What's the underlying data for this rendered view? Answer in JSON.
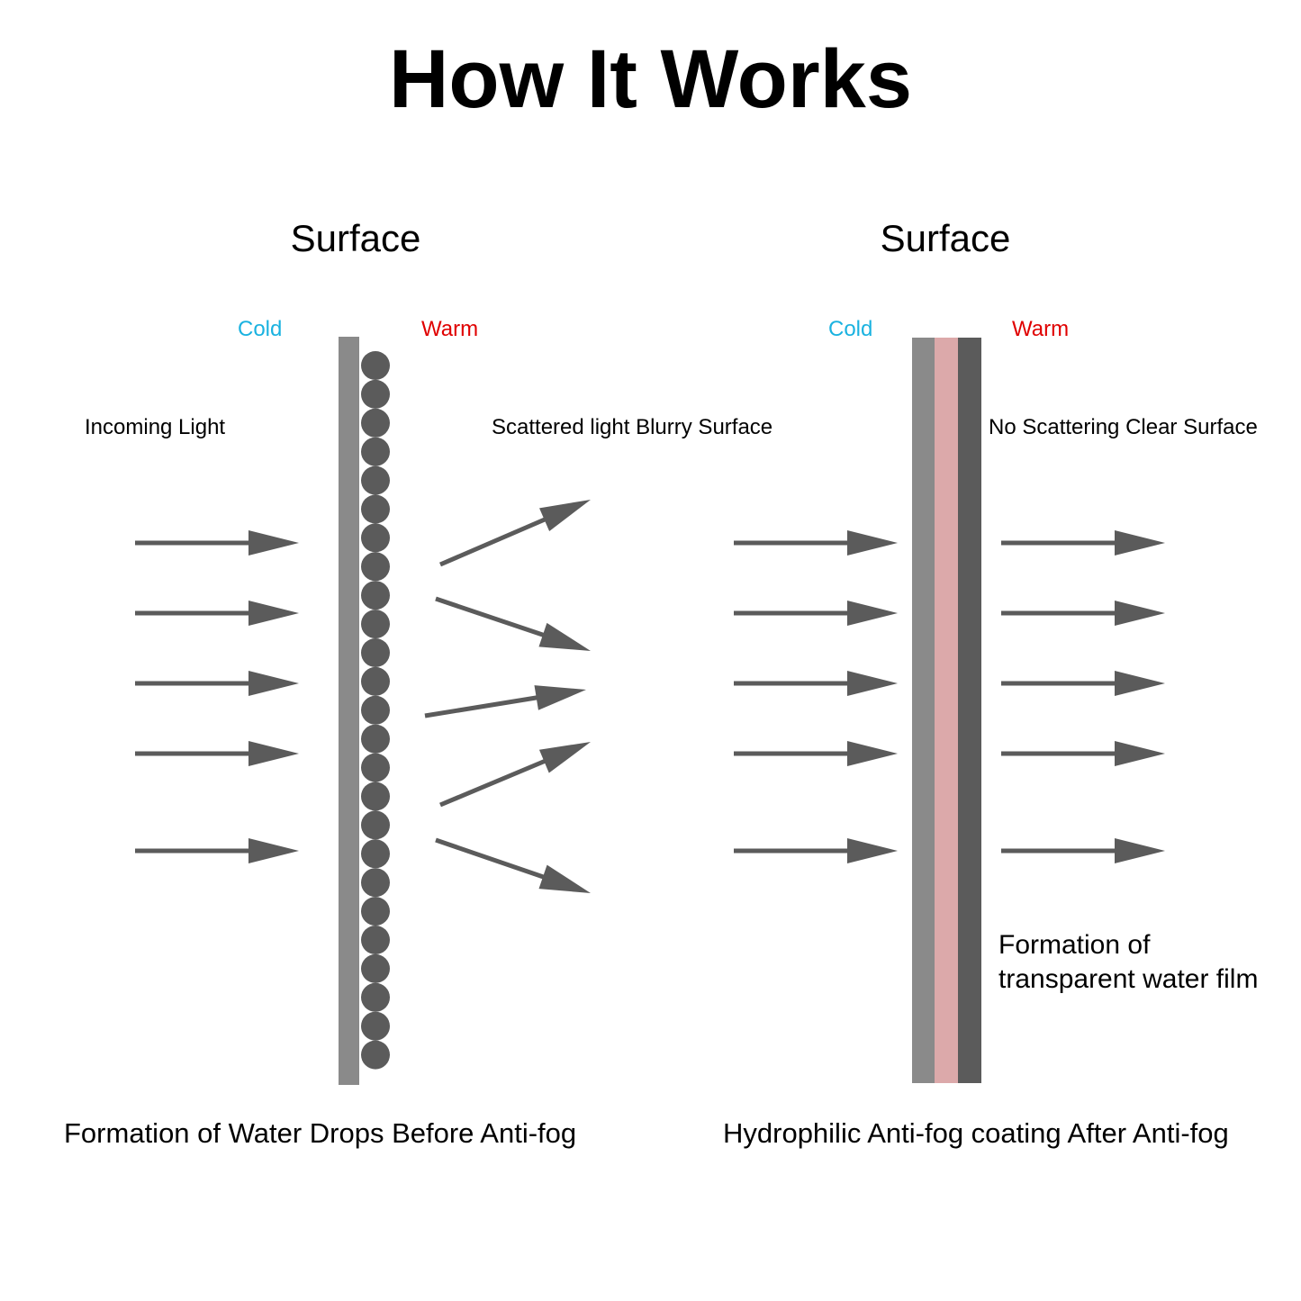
{
  "title": "How It Works",
  "left_panel": {
    "surface_title": "Surface",
    "cold_label": "Cold",
    "warm_label": "Warm",
    "incoming_label": "Incoming Light",
    "outgoing_label": "Scattered light Blurry Surface",
    "caption": "Formation of Water Drops Before Anti-fog"
  },
  "right_panel": {
    "surface_title": "Surface",
    "cold_label": "Cold",
    "warm_label": "Warm",
    "outgoing_label": "No Scattering Clear Surface",
    "film_label_line1": "Formation of",
    "film_label_line2": "transparent water film",
    "caption": "Hydrophilic Anti-fog coating After Anti-fog"
  },
  "colors": {
    "cold": "#1ab2e0",
    "warm": "#e00000",
    "arrow": "#5b5b5b",
    "glass": "#8a8a8a",
    "droplet": "#5b5b5b",
    "coating": "#dca9aa",
    "film": "#5b5b5b"
  }
}
